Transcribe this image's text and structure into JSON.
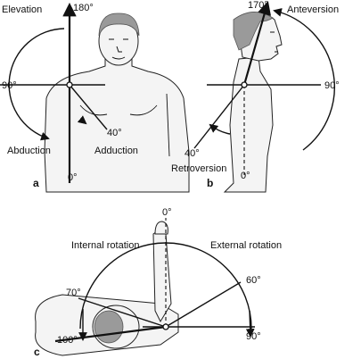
{
  "panels": {
    "a": {
      "label": "a",
      "elevation": "Elevation",
      "deg_180": "180°",
      "deg_90": "90°",
      "deg_40": "40°",
      "deg_0": "0°",
      "abduction": "Abduction",
      "adduction": "Adduction"
    },
    "b": {
      "label": "b",
      "deg_170": "170°",
      "anteversion": "Anteversion",
      "deg_90": "90°",
      "deg_40": "40°",
      "retroversion": "Retroversion",
      "deg_0": "0°"
    },
    "c": {
      "label": "c",
      "deg_0": "0°",
      "internal_rotation": "Internal rotation",
      "external_rotation": "External rotation",
      "deg_70": "70°",
      "deg_60": "60°",
      "deg_100": "100°",
      "deg_90": "90°"
    }
  },
  "colors": {
    "ink": "#111111",
    "hair": "#9a9a9a",
    "skin": "#f4f4f4"
  }
}
